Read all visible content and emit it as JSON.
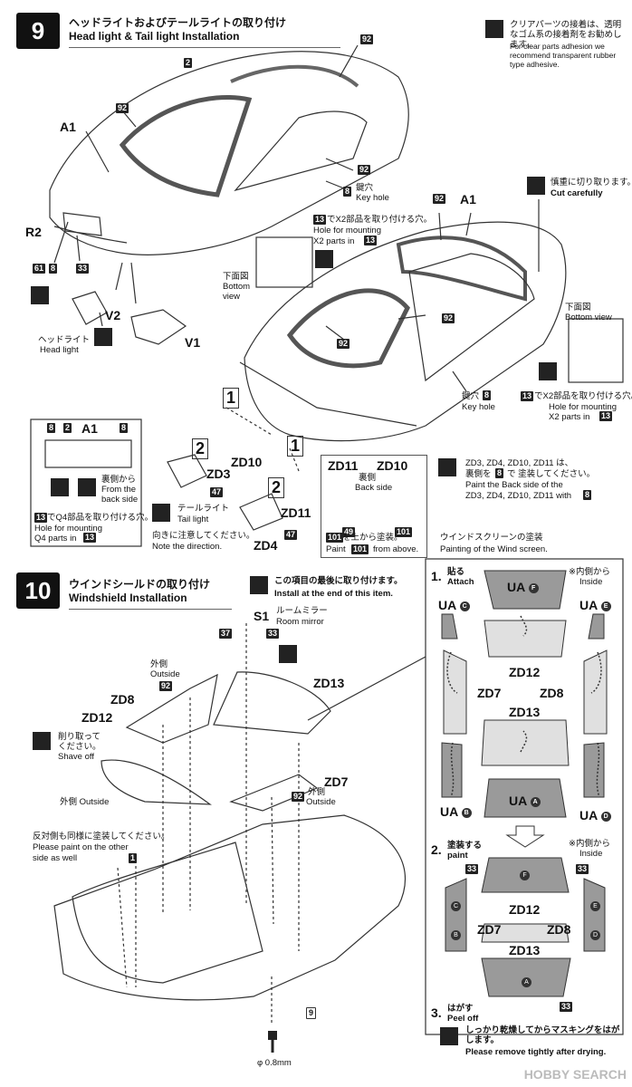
{
  "step9": {
    "number": "9",
    "title_jp": "ヘッドライトおよびテールライトの取り付け",
    "title_en": "Head light & Tail light Installation",
    "note_jp": "クリアパーツの接着は、透明なゴム系の接着剤をお勧めします。",
    "note_en": "For clear parts adhesion we recommend transparent rubber type adhesive.",
    "label_a1": "A1",
    "label_2": "2",
    "label_92": "92",
    "label_8": "8",
    "keyhole_jp": "鍵穴",
    "keyhole_en": "Key hole",
    "r2": "R2",
    "p61": "61",
    "p33": "33",
    "v2": "V2",
    "v1": "V1",
    "headlight_jp": "ヘッドライト",
    "headlight_en": "Head light",
    "hole_x2_jp": "でX2部品を取り付ける穴。",
    "hole_x2_en": "Hole for mounting",
    "x2_parts_in": "X2 parts in",
    "p13": "13",
    "bottom_jp": "下面図",
    "bottom_en1": "Bottom",
    "bottom_en2": "view",
    "bottom_view_en": "Bottom view",
    "cut_jp": "慎重に切り取ります。",
    "cut_en": "Cut carefully",
    "num1": "1",
    "num2": "2",
    "zd10": "ZD10",
    "zd3": "ZD3",
    "zd11": "ZD11",
    "zd4": "ZD4",
    "p47": "47",
    "p49": "49",
    "p101": "101",
    "back_jp": "裏側から",
    "back_en1": "From the",
    "back_en2": "back side",
    "q4_jp": "でQ4部品を取り付ける穴。",
    "q4_en1": "Hole for mounting",
    "q4_en2": "Q4 parts in",
    "taillight_jp": "テールライト",
    "taillight_en": "Tail light",
    "direction_jp": "向きに注意してください。",
    "direction_en": "Note the direction.",
    "backside_jp": "裏側",
    "backside_en": "Back side",
    "paint_above_jp": "を上から塗装。",
    "paint_word": "Paint",
    "from_above": "from above.",
    "zd_note_jp1": "ZD3, ZD4, ZD10, ZD11 は、",
    "zd_note_jp2": "で 塗装してください。",
    "zd_note_jp_pre": "裏側を",
    "zd_note_en1": "Paint the Back side of the",
    "zd_note_en2": "ZD3, ZD4, ZD10, ZD11 with"
  },
  "step10": {
    "number": "10",
    "title_jp": "ウインドシールドの取り付け",
    "title_en": "Windshield Installation",
    "end_jp": "この項目の最後に取り付けます。",
    "end_en": "Install at the end of this item.",
    "s1": "S1",
    "mirror_jp": "ルームミラー",
    "mirror_en": "Room mirror",
    "p37": "37",
    "p33": "33",
    "outside_jp": "外側",
    "outside_en": "Outside",
    "zd8": "ZD8",
    "zd12": "ZD12",
    "zd13": "ZD13",
    "zd7": "ZD7",
    "p92": "92",
    "shave_jp1": "削り取って",
    "shave_jp2": "ください。",
    "shave_en": "Shave off",
    "outside_both": "外側 Outside",
    "paint_other_jp": "反対側も同様に塗装してください。",
    "paint_other_en1": "Please paint on the other",
    "paint_other_en2": "side as well",
    "p1": "1",
    "p9": "9",
    "drill": "φ 0.8mm",
    "ws_title_jp": "ウインドスクリーンの塗装",
    "ws_title_en": "Painting of the Wind screen.",
    "attach_num": "1.",
    "attach_jp": "貼る",
    "attach_en": "Attach",
    "inside_jp": "※内側から",
    "inside_en": "Inside",
    "ua": "UA",
    "paint_num": "2.",
    "paint_jp": "塗装する",
    "paint_en": "paint",
    "peel_num": "3.",
    "peel_jp": "はがす",
    "peel_en": "Peel off",
    "remove_jp": "しっかり乾燥してからマスキングをはがします。",
    "remove_en": "Please remove tightly after drying.",
    "c_f": "F",
    "c_c": "C",
    "c_e": "E",
    "c_b": "B",
    "c_a": "A",
    "c_d": "D"
  },
  "footer": {
    "brand": "HOBBY SEARCH"
  }
}
